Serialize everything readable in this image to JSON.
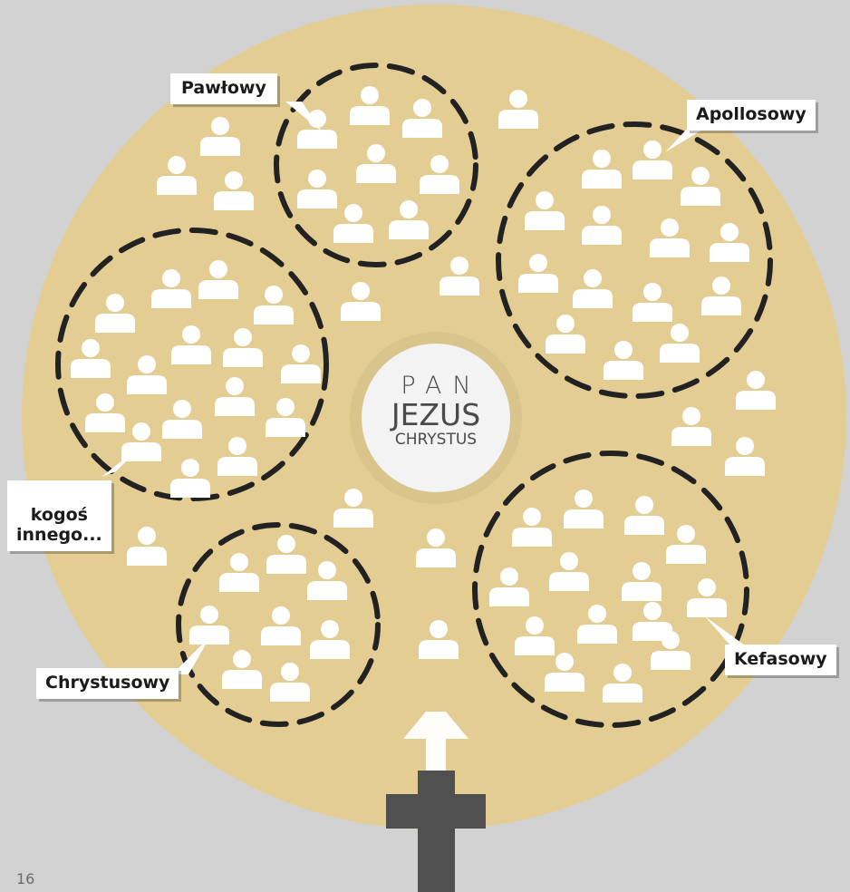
{
  "center": {
    "line1": "PAN",
    "line2": "JEZUS",
    "line3": "CHRYSTUS"
  },
  "labels": {
    "pawlowy": "Pawłowy",
    "apollosowy": "Apollosowy",
    "kogos": "kogoś\ninnego...",
    "chrystusowy": "Chrystusowy",
    "kefasowy": "Kefasowy"
  },
  "page_number": "16",
  "colors": {
    "background": "#d2d2d2",
    "disc": "#e3cd93",
    "person": "#ffffff",
    "dash": "#222222",
    "cross": "#505050",
    "arrow": "#ffffff",
    "label_bg": "#ffffff",
    "label_text": "#1b1b1b"
  },
  "icons": {
    "person": "person-icon",
    "cross": "cross-icon",
    "arrow": "arrow-up-icon"
  }
}
